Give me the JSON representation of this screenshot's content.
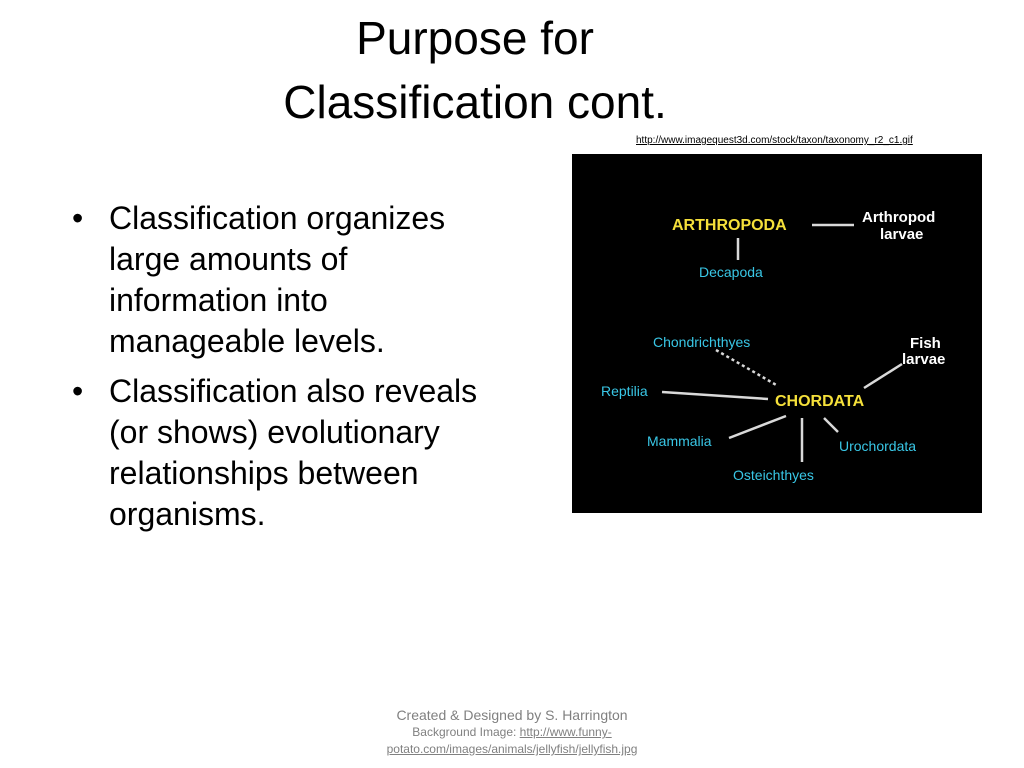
{
  "slide": {
    "title_line1": "Purpose for",
    "title_line2": "Classification cont.",
    "image_credit": "http://www.imagequest3d.com/stock/taxon/taxonomy_r2_c1.gif",
    "bullet_marker": "•",
    "bullets": [
      " Classification organizes large amounts of information into manageable levels.",
      " Classification also reveals (or shows) evolutionary relationships between organisms."
    ]
  },
  "diagram": {
    "arthropoda": "ARTHROPODA",
    "arthropod_larvae_1": "Arthropod",
    "arthropod_larvae_2": "larvae",
    "decapoda": "Decapoda",
    "chondrichthyes": "Chondrichthyes",
    "fish_larvae_1": "Fish",
    "fish_larvae_2": "larvae",
    "reptilia": "Reptilia",
    "chordata": "CHORDATA",
    "mammalia": "Mammalia",
    "urochordata": "Urochordata",
    "osteichthyes": "Osteichthyes",
    "colors": {
      "major": "#f5e03a",
      "minor": "#39c7e6",
      "white": "#ffffff",
      "line": "#d9d9d9",
      "background": "#000000"
    }
  },
  "footer": {
    "line1": "Created & Designed by S. Harrington",
    "bg_label": "Background Image: ",
    "bg_link_a": "http://www.funny-",
    "bg_link_b": "potato.com/images/animals/jellyfish/jellyfish.jpg"
  }
}
